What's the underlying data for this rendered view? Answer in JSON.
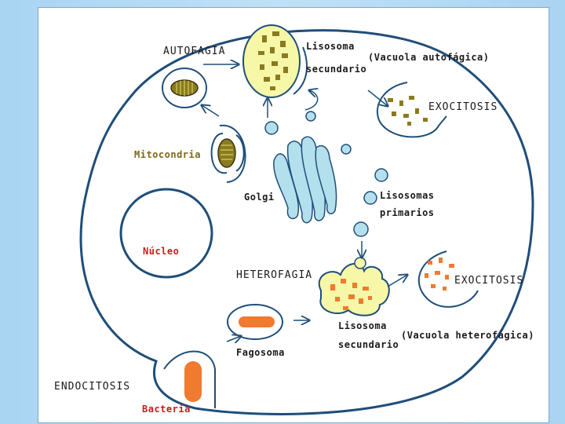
{
  "colors": {
    "outline": "#1f4e79",
    "cytoplasm": "#ffffff",
    "lysosome_fill": "#e0f0f6",
    "vacuole_fill": "#f7f7a8",
    "fragment_olive": "#8a7a20",
    "fragment_orange": "#f07a30",
    "bacteria": "#f07a30",
    "mito_fill": "#c8b840",
    "golgi_fill": "#b4e0ee",
    "label_red": "#cc1a1a",
    "label_olive": "#7a6a18"
  },
  "labels": {
    "autofagia": "AUTOFAGIA",
    "lisosoma_top": "Lisosoma",
    "secundario_top": "secundario",
    "vacuola_autofagica": "(Vacuola autofágica)",
    "exocitosis_top": "EXOCITOSIS",
    "mitocondria": "Mitocondria",
    "golgi": "Golgi",
    "lisosomas": "Lisosomas",
    "primarios": "primarios",
    "nucleo": "Núcleo",
    "heterofagia": "HETEROFAGIA",
    "exocitosis_mid": "EXOCITOSIS",
    "lisosoma_bottom": "Lisosoma",
    "secundario_bottom": "secundario",
    "vacuola_heterofagica": "(Vacuola heterofágica)",
    "fagosoma": "Fagosoma",
    "endocitosis": "ENDOCITOSIS",
    "bacteria": "Bacteria"
  },
  "icons": [
    "arrow-icon",
    "lysosome-icon",
    "mitochondria-icon",
    "golgi-icon",
    "nucleus-icon",
    "bacteria-icon",
    "phagosome-icon",
    "vacuole-icon"
  ]
}
